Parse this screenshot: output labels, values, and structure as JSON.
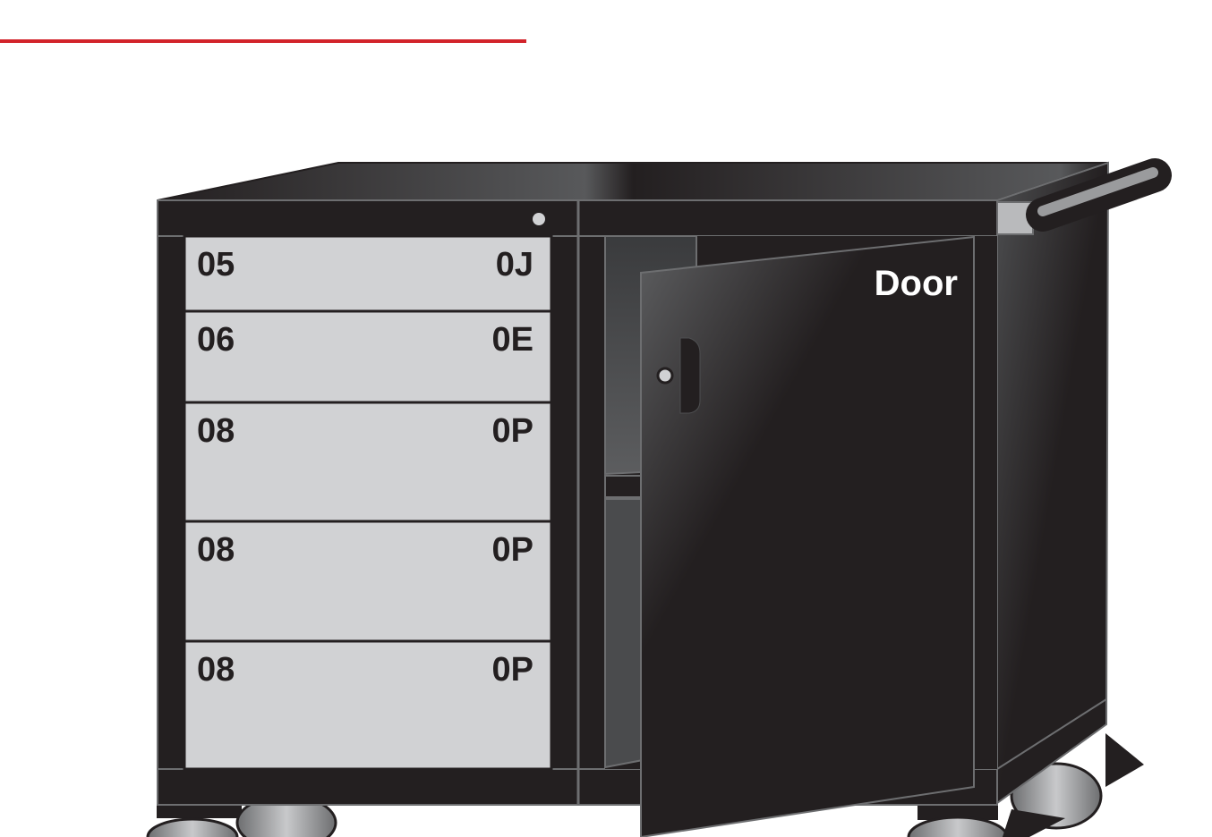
{
  "accent_line_color": "#d2232a",
  "cabinet": {
    "body_color": "#231f20",
    "drawer_color": "#d1d2d4",
    "drawers": [
      {
        "left_code": "05",
        "right_code": "0J"
      },
      {
        "left_code": "06",
        "right_code": "0E"
      },
      {
        "left_code": "08",
        "right_code": "0P"
      },
      {
        "left_code": "08",
        "right_code": "0P"
      },
      {
        "left_code": "08",
        "right_code": "0P"
      }
    ],
    "door": {
      "label": "Door"
    }
  },
  "icons": [
    "handle-bar-icon",
    "door-handle-icon",
    "caster-wheel-icon",
    "lock-icon"
  ]
}
